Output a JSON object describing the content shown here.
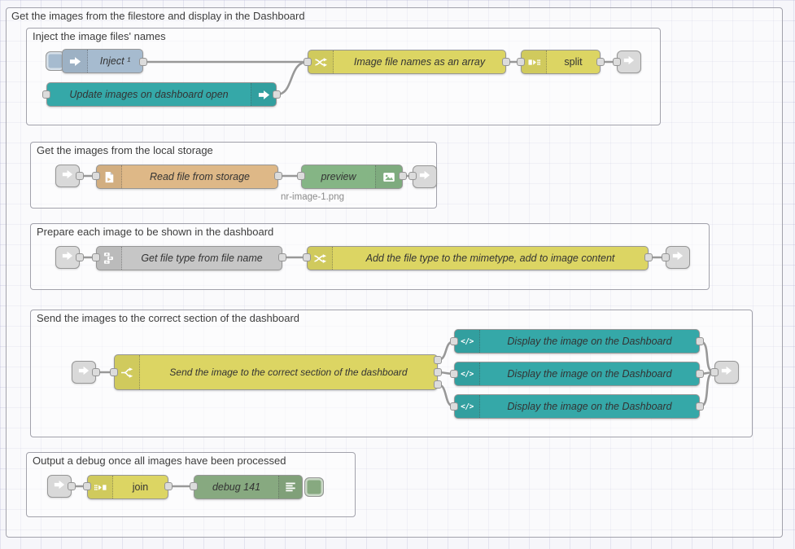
{
  "colors": {
    "canvas_bg": "#f6f6fa",
    "grid_line": "#e2e2ee",
    "group_border": "#a2a2ab",
    "wire": "#989898",
    "node_border": "#969696",
    "inject_blue": "#a6bbcf",
    "dashboard_teal": "#35a8a8",
    "function_yellow": "#dcd563",
    "file_tan": "#deb887",
    "change_gray": "#c6c6c6",
    "debug_green": "#87a980",
    "preview_green": "#85b585",
    "link_gray": "#d9d9d9",
    "label_text": "#333333",
    "status_text": "#8a8a8a"
  },
  "groups": {
    "outer": {
      "label": "Get the images from the filestore and display in the Dashboard"
    },
    "inject": {
      "label": "Inject the image files' names"
    },
    "storage": {
      "label": "Get the images from the local storage"
    },
    "prepare": {
      "label": "Prepare each image to be shown in the dashboard"
    },
    "send": {
      "label": "Send the images to the correct section of the dashboard"
    },
    "output": {
      "label": "Output a debug once all images have been processed"
    }
  },
  "nodes": {
    "inject": {
      "label": "Inject ¹",
      "icon": "inject-arrow-icon"
    },
    "update_open": {
      "label": "Update images on dashboard open",
      "icon": "inject-arrow-icon"
    },
    "filenames": {
      "label": "Image file names as an array",
      "icon": "change-shuffle-icon"
    },
    "split": {
      "label": "split",
      "icon": "split-icon"
    },
    "read_file": {
      "label": "Read file from storage",
      "icon": "file-icon"
    },
    "preview": {
      "label": "preview",
      "icon": "image-icon",
      "status": "nr-image-1.png"
    },
    "get_file_type": {
      "label": "Get file type from file name",
      "icon": "abc-change-icon"
    },
    "add_file_type": {
      "label": "Add the file type to the mimetype, add to image content",
      "icon": "change-shuffle-icon"
    },
    "send_switch": {
      "label": "Send the image to the correct section of the dashboard",
      "icon": "switch-icon"
    },
    "display1": {
      "label": "Display the image on the Dashboard",
      "icon": "template-icon"
    },
    "display2": {
      "label": "Display the image on the Dashboard",
      "icon": "template-icon"
    },
    "display3": {
      "label": "Display the image on the Dashboard",
      "icon": "template-icon"
    },
    "join": {
      "label": "join",
      "icon": "join-icon"
    },
    "debug": {
      "label": "debug 141",
      "icon": "debug-list-icon"
    }
  }
}
